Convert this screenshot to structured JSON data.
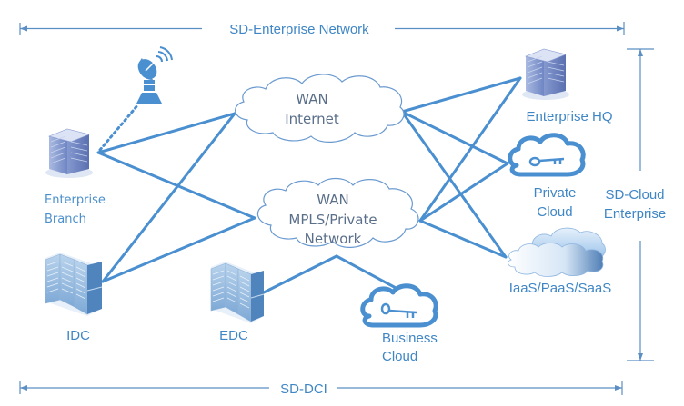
{
  "diagram": {
    "title": "SD-Enterprise Network",
    "dimensions": {
      "top": "SD-Enterprise Network",
      "bottom": "SD-DCI",
      "right_line1": "SD-Cloud",
      "right_line2": "Enterprise"
    },
    "wan_clouds": {
      "internet": {
        "line1": "WAN",
        "line2": "Internet"
      },
      "mpls": {
        "line1": "WAN",
        "line2": "MPLS/Private",
        "line3": "Network"
      }
    },
    "nodes": {
      "branch": {
        "line1": "Enterprise",
        "line2": "Branch",
        "icon": "office-building-icon"
      },
      "idc": {
        "label": "IDC",
        "icon": "server-rack-icon"
      },
      "edc": {
        "label": "EDC",
        "icon": "server-rack-icon"
      },
      "business_cloud": {
        "line1": "Business",
        "line2": "Cloud",
        "icon": "key-cloud-icon"
      },
      "hq": {
        "label": "Enterprise HQ",
        "icon": "office-building-icon"
      },
      "private_cloud": {
        "line1": "Private",
        "line2": "Cloud",
        "icon": "key-cloud-icon"
      },
      "public_cloud": {
        "label": "IaaS/PaaS/SaaS",
        "icon": "cloud-icon"
      },
      "satellite": {
        "icon": "satellite-dish-icon"
      }
    },
    "links": [
      [
        "branch",
        "internet"
      ],
      [
        "branch",
        "mpls"
      ],
      [
        "idc",
        "internet"
      ],
      [
        "idc",
        "mpls"
      ],
      [
        "internet",
        "hq"
      ],
      [
        "internet",
        "private_cloud"
      ],
      [
        "internet",
        "public_cloud"
      ],
      [
        "mpls",
        "hq"
      ],
      [
        "mpls",
        "private_cloud"
      ],
      [
        "mpls",
        "public_cloud"
      ],
      [
        "mpls",
        "edc"
      ],
      [
        "mpls",
        "business_cloud"
      ],
      [
        "branch",
        "satellite",
        "dotted"
      ]
    ],
    "colors": {
      "accent": "#3f86c5",
      "link": "#4a8fd0",
      "cloud_outline": "#5b8fc4",
      "cloud_text": "#5a6f8a"
    }
  }
}
